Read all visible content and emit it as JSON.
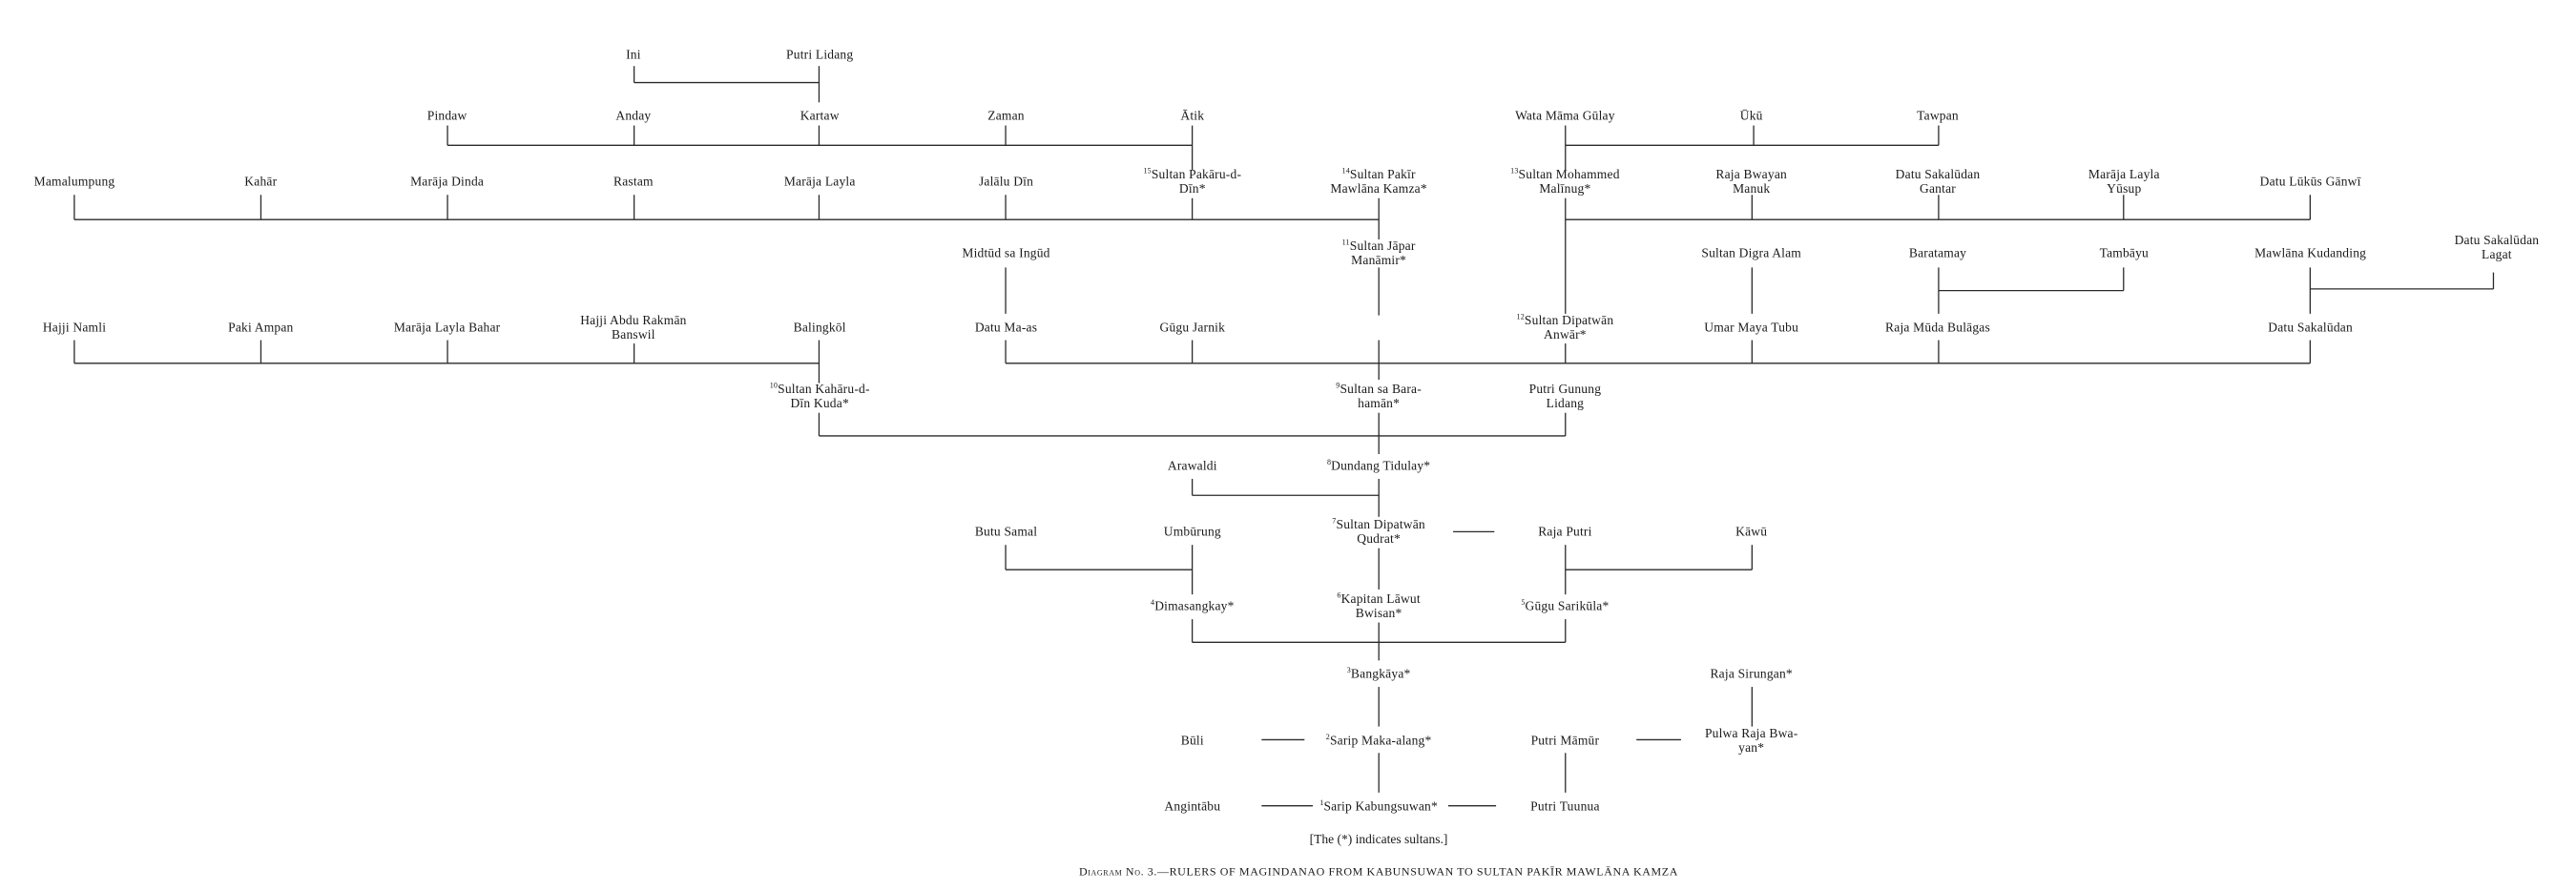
{
  "nodes": [
    {
      "id": "ini",
      "lines": [
        "Ini"
      ]
    },
    {
      "id": "putri_lidang",
      "lines": [
        "Putri Lidang"
      ]
    },
    {
      "id": "pindaw",
      "lines": [
        "Pindaw"
      ]
    },
    {
      "id": "anday",
      "lines": [
        "Anday"
      ]
    },
    {
      "id": "kartaw",
      "lines": [
        "Kartaw"
      ]
    },
    {
      "id": "zaman",
      "lines": [
        "Zaman"
      ]
    },
    {
      "id": "atik",
      "lines": [
        "Ātik"
      ]
    },
    {
      "id": "wata_mama_gulay",
      "lines": [
        "Wata Māma Gūlay"
      ]
    },
    {
      "id": "uku",
      "lines": [
        "Ūkū"
      ]
    },
    {
      "id": "tawpan",
      "lines": [
        "Tawpan"
      ]
    },
    {
      "id": "mamalumpung",
      "lines": [
        "Mamalumpung"
      ]
    },
    {
      "id": "kahar",
      "lines": [
        "Kahār"
      ]
    },
    {
      "id": "maraja_dinda",
      "lines": [
        "Marāja Dinda"
      ]
    },
    {
      "id": "rastam",
      "lines": [
        "Rastam"
      ]
    },
    {
      "id": "maraja_layla",
      "lines": [
        "Marāja Layla"
      ]
    },
    {
      "id": "jalalu_din",
      "lines": [
        "Jalālu Dīn"
      ]
    },
    {
      "id": "sultan_pakaru_d_din",
      "num": "15",
      "lines": [
        "Sultan Pakāru-d-",
        "Dīn*"
      ]
    },
    {
      "id": "sultan_pakir_mawlana_kamza",
      "num": "14",
      "lines": [
        "Sultan Pakīr",
        "Mawlāna Kamza*"
      ]
    },
    {
      "id": "sultan_mohammed_malinug",
      "num": "13",
      "lines": [
        "Sultan Mohammed",
        "Malīnug*"
      ]
    },
    {
      "id": "raja_bwayan_manuk",
      "lines": [
        "Raja Bwayan",
        "Manuk"
      ]
    },
    {
      "id": "datu_sakaludan_gantar",
      "lines": [
        "Datu Sakalūdan",
        "Gantar"
      ]
    },
    {
      "id": "maraja_layla_yusup",
      "lines": [
        "Marāja Layla",
        "Yūsup"
      ]
    },
    {
      "id": "datu_lukus_ganwi",
      "lines": [
        "Datu Lūkūs Gānwī"
      ]
    },
    {
      "id": "midtud_sa_ingud",
      "lines": [
        "Midtūd sa Ingūd"
      ]
    },
    {
      "id": "sultan_japar_manamir",
      "num": "11",
      "lines": [
        "Sultan Jāpar",
        "Manāmir*"
      ]
    },
    {
      "id": "sultan_digra_alam",
      "lines": [
        "Sultan Digra Alam"
      ]
    },
    {
      "id": "baratamay",
      "lines": [
        "Baratamay"
      ]
    },
    {
      "id": "tambayu",
      "lines": [
        "Tambāyu"
      ]
    },
    {
      "id": "mawlana_kudanding",
      "lines": [
        "Mawlāna Kudanding"
      ]
    },
    {
      "id": "datu_sakaludan_lagat",
      "lines": [
        "Datu Sakalūdan",
        "Lagat"
      ]
    },
    {
      "id": "hajji_namli",
      "lines": [
        "Hajji Namli"
      ]
    },
    {
      "id": "paki_ampan",
      "lines": [
        "Paki Ampan"
      ]
    },
    {
      "id": "maraja_layla_bahar",
      "lines": [
        "Marāja Layla Bahar"
      ]
    },
    {
      "id": "hajji_abdu_rakman_banswil",
      "lines": [
        "Hajji Abdu Rakmān",
        "Banswil"
      ]
    },
    {
      "id": "balingkol",
      "lines": [
        "Balingkōl"
      ]
    },
    {
      "id": "datu_ma_as",
      "lines": [
        "Datu Ma-as"
      ]
    },
    {
      "id": "gugu_jarnik",
      "lines": [
        "Gūgu Jarnik"
      ]
    },
    {
      "id": "sultan_dipatwan_anwar",
      "num": "12",
      "lines": [
        "Sultan Dipatwān",
        "Anwār*"
      ]
    },
    {
      "id": "umar_maya_tubu",
      "lines": [
        "Umar Maya Tubu"
      ]
    },
    {
      "id": "raja_muda_bulagas",
      "lines": [
        "Raja Mūda Bulāgas"
      ]
    },
    {
      "id": "datu_sakaludan",
      "lines": [
        "Datu Sakalūdan"
      ]
    },
    {
      "id": "sultan_kaharu_d_din_kuda",
      "num": "10",
      "lines": [
        "Sultan Kahāru-d-",
        "Dīn Kuda*"
      ]
    },
    {
      "id": "sultan_sa_barahaman",
      "num": "9",
      "lines": [
        "Sultan sa Bara-",
        "hamān*"
      ]
    },
    {
      "id": "putri_gunung_lidang",
      "lines": [
        "Putri Gunung",
        "Lidang"
      ]
    },
    {
      "id": "arawaldi",
      "lines": [
        "Arawaldi"
      ]
    },
    {
      "id": "dundang_tidulay",
      "num": "8",
      "lines": [
        "Dundang Tidulay*"
      ]
    },
    {
      "id": "butu_samal",
      "lines": [
        "Butu Samal"
      ]
    },
    {
      "id": "umburung",
      "lines": [
        "Umbūrung"
      ]
    },
    {
      "id": "sultan_dipatwan_qudrat",
      "num": "7",
      "lines": [
        "Sultan Dipatwān",
        "Qudrat*"
      ]
    },
    {
      "id": "raja_putri",
      "lines": [
        "Raja Putri"
      ]
    },
    {
      "id": "kawu",
      "lines": [
        "Kāwū"
      ]
    },
    {
      "id": "dimasangkay",
      "num": "4",
      "lines": [
        "Dimasangkay*"
      ]
    },
    {
      "id": "kapitan_lawut_bwisan",
      "num": "6",
      "lines": [
        "Kapitan Lāwut",
        "Bwisan*"
      ]
    },
    {
      "id": "gugu_sarikula",
      "num": "5",
      "lines": [
        "Gūgu Sarikūla*"
      ]
    },
    {
      "id": "bangkaya",
      "num": "3",
      "lines": [
        "Bangkāya*"
      ]
    },
    {
      "id": "raja_sirungan",
      "lines": [
        "Raja Sirungan*"
      ]
    },
    {
      "id": "buli",
      "lines": [
        "Būli"
      ]
    },
    {
      "id": "sarip_maka_alang",
      "num": "2",
      "lines": [
        "Sarip Maka-alang*"
      ]
    },
    {
      "id": "putri_mamur",
      "lines": [
        "Putri Māmūr"
      ]
    },
    {
      "id": "pulwa_raja_bwayan",
      "lines": [
        "Pulwa Raja Bwa-",
        "yan*"
      ]
    },
    {
      "id": "angintabu",
      "lines": [
        "Angintābu"
      ]
    },
    {
      "id": "sarip_kabungsuwan",
      "num": "1",
      "lines": [
        "Sarip Kabungsuwan*"
      ]
    },
    {
      "id": "putri_tuunua",
      "lines": [
        "Putri Tuunua"
      ]
    }
  ],
  "note": "[The (*) indicates sultans.]",
  "caption": "Diagram No. 3.—RULERS OF MAGINDANAO FROM KABUNSUWAN TO SULTAN PAKĪR MAWLĀNA KAMZA"
}
